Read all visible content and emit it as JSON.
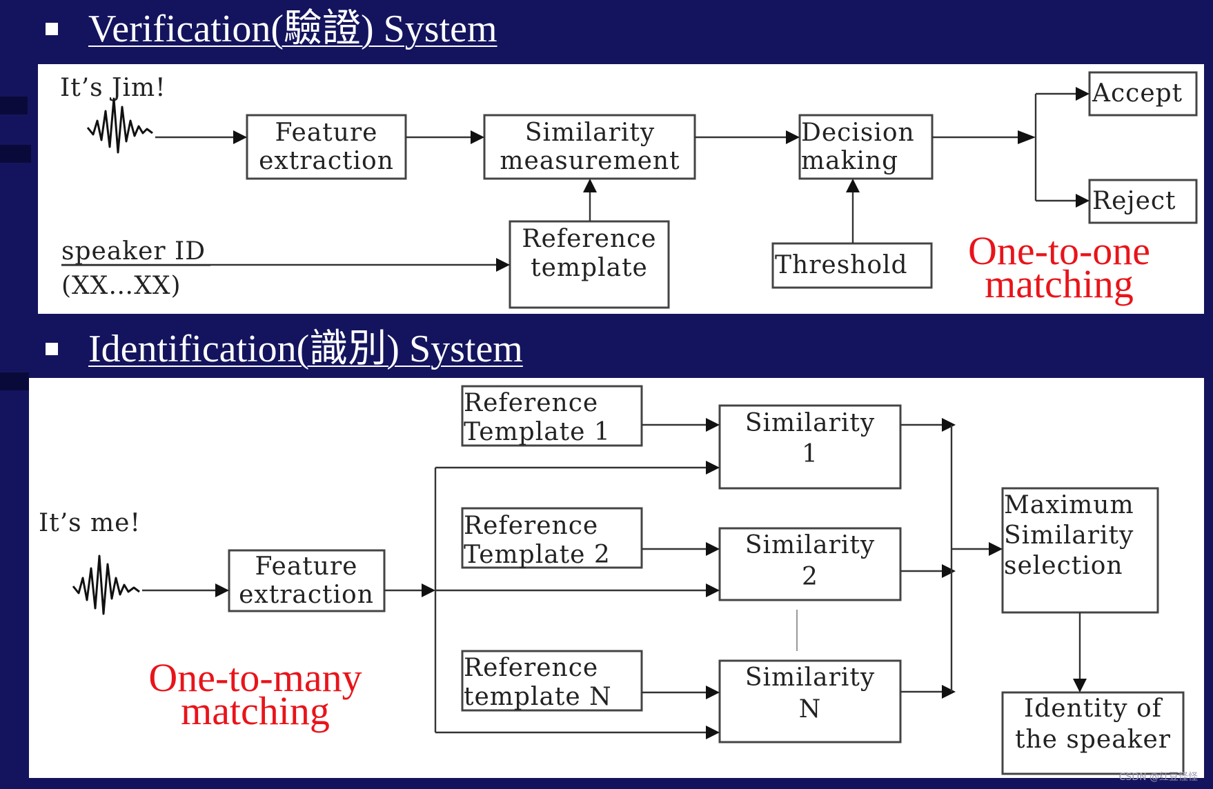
{
  "verification": {
    "heading": "Verification(驗證) System",
    "speech": "It’s Jim!",
    "feature": [
      "Feature",
      "extraction"
    ],
    "similarity": [
      "Similarity",
      "measurement"
    ],
    "decision": [
      "Decision",
      "making"
    ],
    "accept": "Accept",
    "reject": "Reject",
    "speaker_id": [
      "speaker ID",
      "(XX…XX)"
    ],
    "reference": [
      "Reference",
      "template"
    ],
    "threshold": "Threshold",
    "matching": [
      "One-to-one",
      "matching"
    ]
  },
  "identification": {
    "heading": "Identification(識別) System",
    "speech": "It’s me!",
    "feature": [
      "Feature",
      "extraction"
    ],
    "ref1": [
      "Reference",
      "Template 1"
    ],
    "ref2": [
      "Reference",
      "Template 2"
    ],
    "refN": [
      "Reference",
      "template N"
    ],
    "sim1": [
      "Similarity",
      "1"
    ],
    "sim2": [
      "Similarity",
      "2"
    ],
    "simN": [
      "Similarity",
      "N"
    ],
    "maxsel": [
      "Maximum",
      "Similarity",
      "selection"
    ],
    "identity": [
      "Identity of",
      "the speaker"
    ],
    "matching": [
      "One-to-many",
      "matching"
    ]
  },
  "watermark": "CSDN @红豆怪怪",
  "colors": {
    "background": "#14145e",
    "accent_red": "#e8141a"
  }
}
